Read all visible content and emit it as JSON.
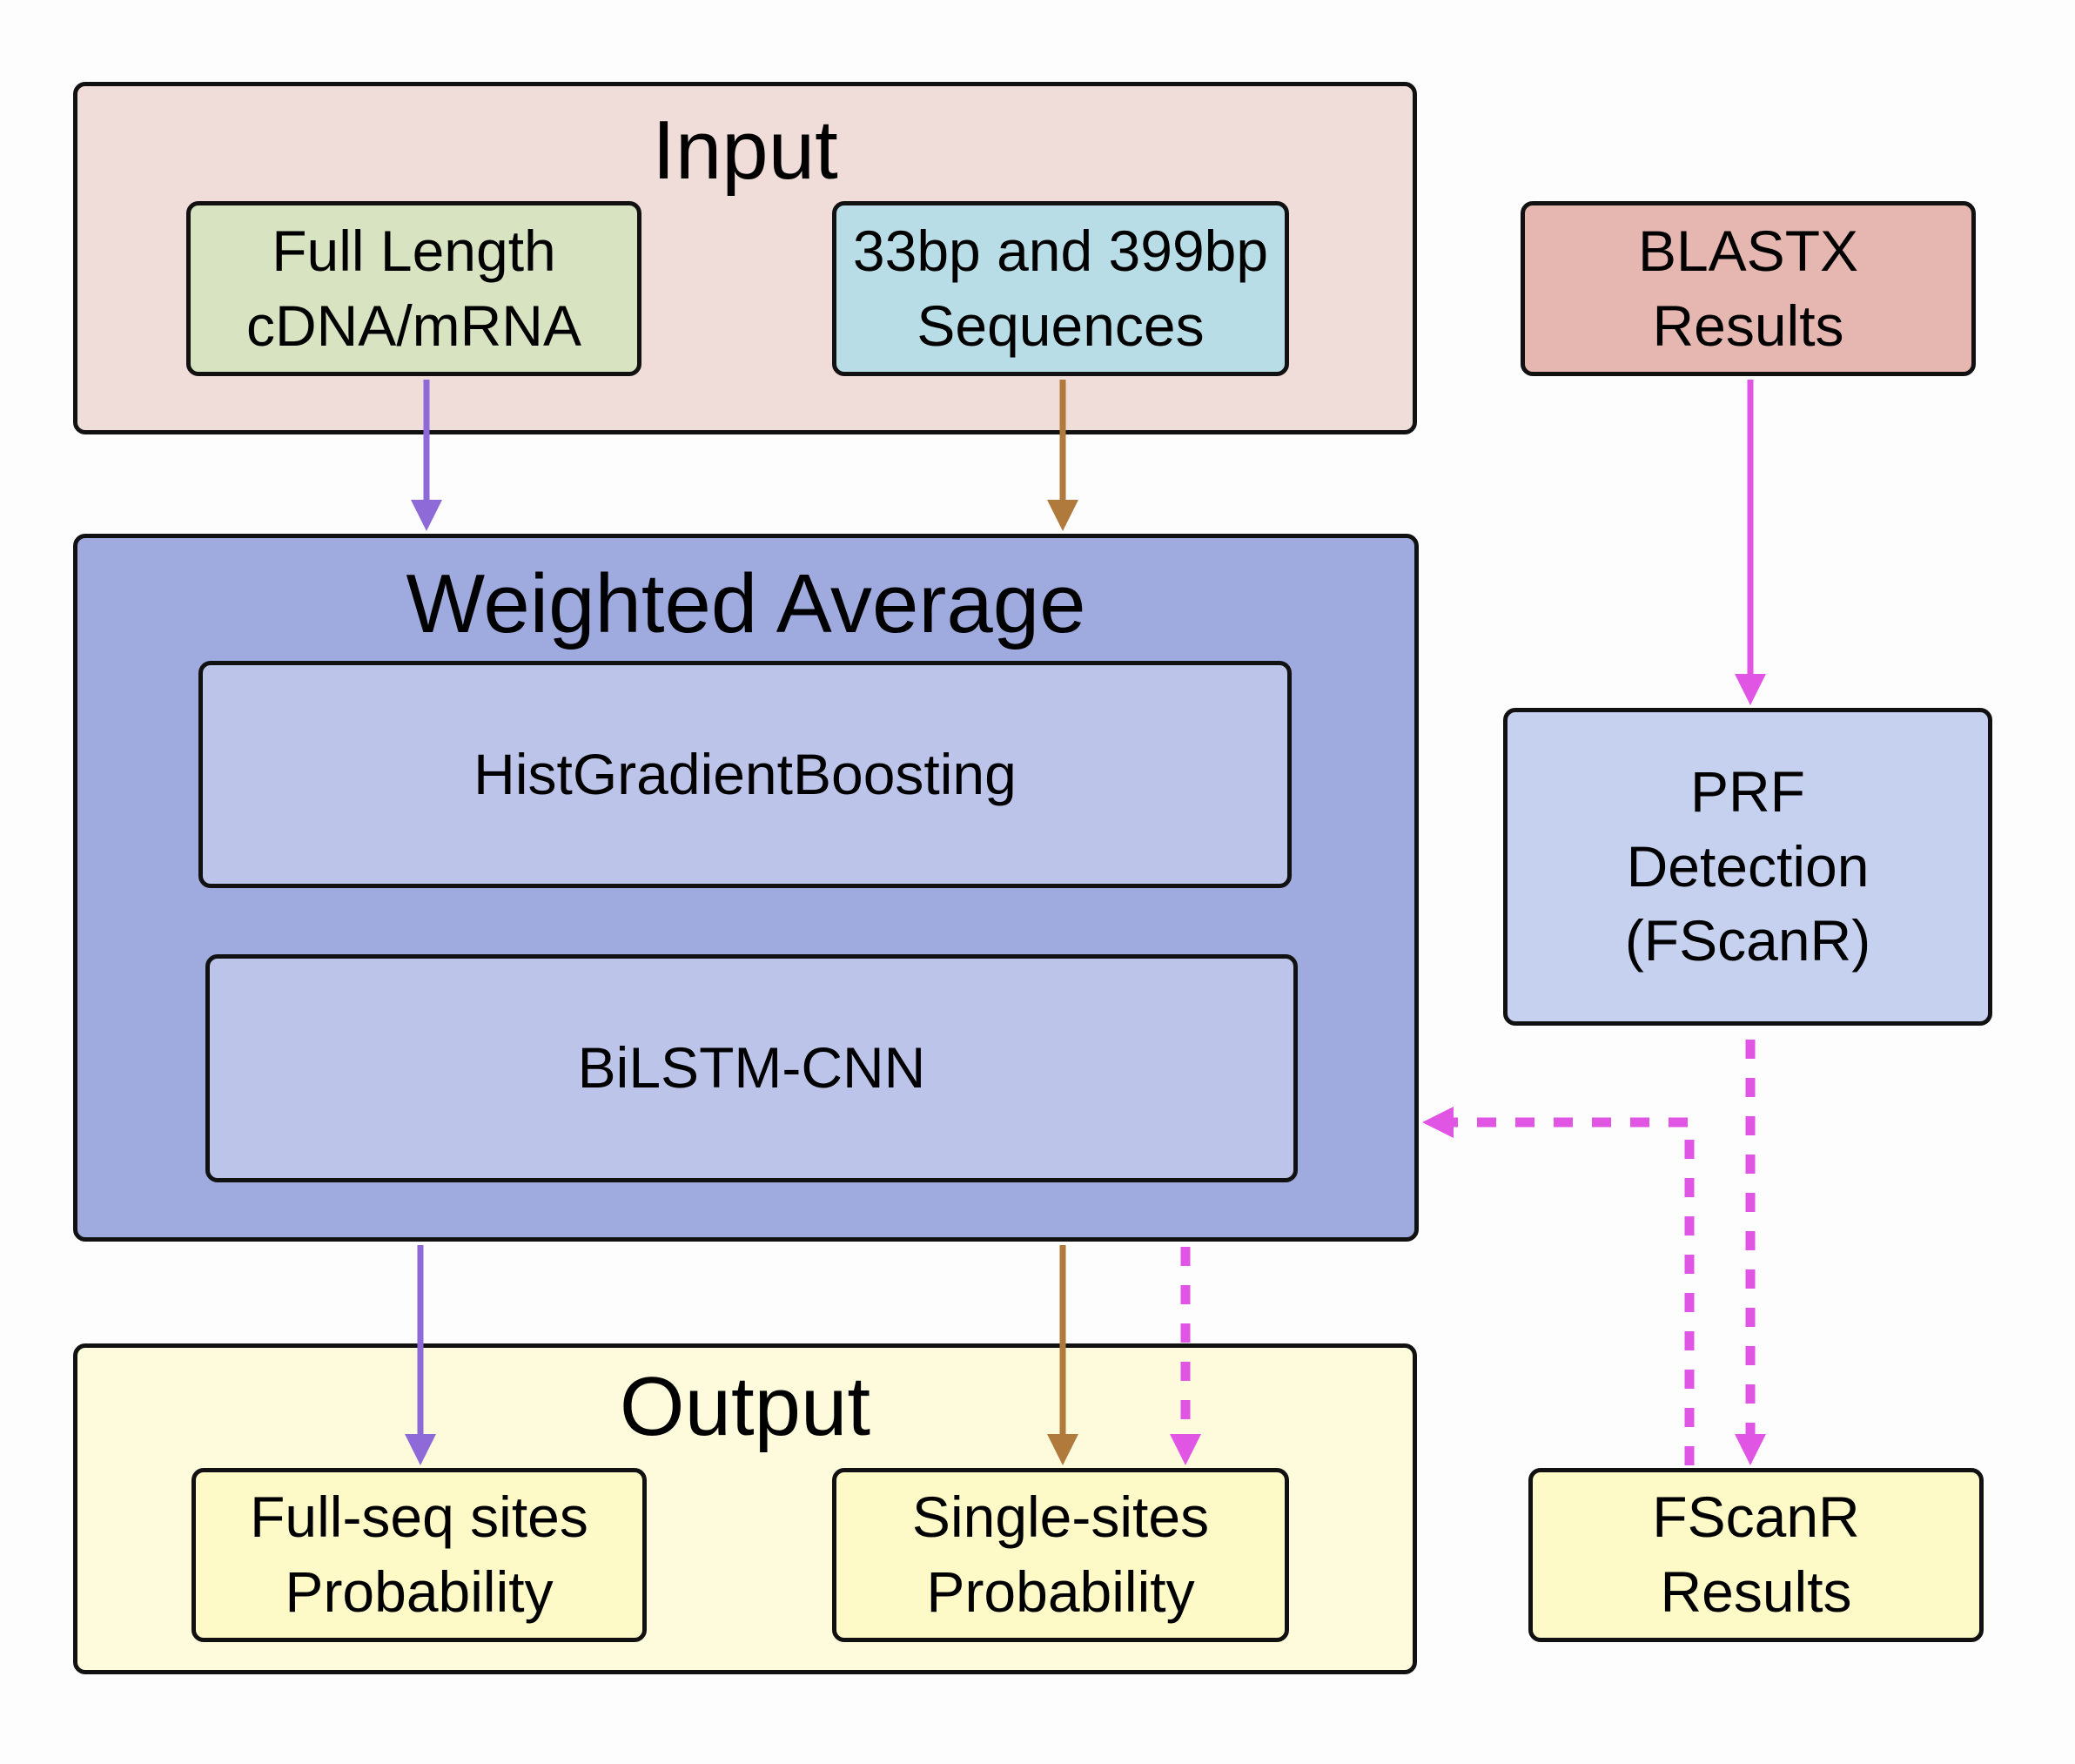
{
  "colors": {
    "input_bg": "#f0dcd8",
    "full_length_bg": "#d8e3c1",
    "seq_bg": "#b9dde6",
    "blastx_bg": "#e6b6b1",
    "weighted_bg": "#9faade",
    "model_bg": "#bcc4e9",
    "prf_bg": "#c5d1ef",
    "output_bg": "#fdfbdc",
    "output_node_bg": "#fdfac8",
    "purple_arrow": "#8e6ad8",
    "brown_arrow": "#b07a3c",
    "magenta_arrow": "#e055e3"
  },
  "input": {
    "title": "Input",
    "full_length": "Full Length\ncDNA/mRNA",
    "sequences": "33bp and 399bp\nSequences"
  },
  "blastx": {
    "label": "BLASTX\nResults"
  },
  "weighted": {
    "title": "Weighted Average",
    "model1": "HistGradientBoosting",
    "model2": "BiLSTM-CNN"
  },
  "prf": {
    "label": "PRF\nDetection\n(FScanR)"
  },
  "output": {
    "title": "Output",
    "full_seq": "Full-seq sites\nProbability",
    "single_sites": "Single-sites\nProbability"
  },
  "fscanr": {
    "label": "FScanR\nResults"
  },
  "edges": [
    {
      "from": "full-length-node",
      "to": "weighted-average-group",
      "style": "solid",
      "color": "purple"
    },
    {
      "from": "sequences-node",
      "to": "weighted-average-group",
      "style": "solid",
      "color": "brown"
    },
    {
      "from": "blastx-node",
      "to": "prf-detection-node",
      "style": "solid",
      "color": "magenta"
    },
    {
      "from": "prf-detection-node",
      "to": "fscanr-results-node",
      "style": "dashed",
      "color": "magenta"
    },
    {
      "from": "fscanr-results-node",
      "to": "weighted-average-group",
      "style": "dashed",
      "color": "magenta"
    },
    {
      "from": "weighted-average-group",
      "to": "full-seq-node",
      "style": "solid",
      "color": "purple"
    },
    {
      "from": "weighted-average-group",
      "to": "single-sites-node",
      "style": "solid",
      "color": "brown"
    },
    {
      "from": "weighted-average-group",
      "to": "single-sites-node",
      "style": "dashed",
      "color": "magenta"
    }
  ]
}
